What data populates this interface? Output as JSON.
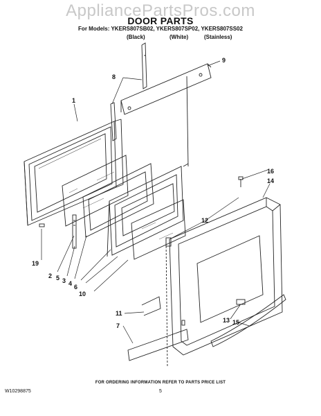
{
  "header": {
    "watermark": "AppliancePartsPros.com",
    "title": "DOOR PARTS",
    "models_line": "For Models: YKERS807SB02, YKERS807SP02, YKERS807SS02",
    "variants": [
      "(Black)",
      "(White)",
      "(Stainless)"
    ]
  },
  "callouts": {
    "c1": "1",
    "c2": "2",
    "c3": "3",
    "c4": "4",
    "c5": "5",
    "c6": "6",
    "c7": "7",
    "c8": "8",
    "c9": "9",
    "c10": "10",
    "c11": "11",
    "c12": "12",
    "c13": "13",
    "c14": "14",
    "c15": "15",
    "c16": "16",
    "c19": "19"
  },
  "footer": {
    "note": "FOR ORDERING INFORMATION REFER TO PARTS PRICE LIST",
    "doc_number": "W10298875",
    "page_number": "5"
  }
}
